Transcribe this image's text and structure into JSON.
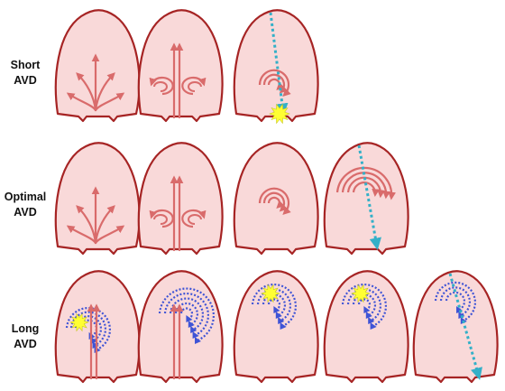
{
  "rows": [
    {
      "label_line1": "Short",
      "label_line2": "AVD"
    },
    {
      "label_line1": "Optimal",
      "label_line2": "AVD"
    },
    {
      "label_line1": "Long",
      "label_line2": "AVD"
    }
  ],
  "colors": {
    "ventricle_fill": "#f9d9d9",
    "ventricle_outline": "#a62424",
    "red_flow": "#d96b6b",
    "blue_flow": "#3f54d6",
    "cyan_flow": "#33b0c8",
    "burst": "#ffff33",
    "text": "#111111"
  },
  "panels": [
    {
      "row": 0,
      "col": 0,
      "content": [
        "inflow-fan-arrows"
      ]
    },
    {
      "row": 0,
      "col": 1,
      "content": [
        "inflow-jet-arrows",
        "red-vortex-rings"
      ]
    },
    {
      "row": 0,
      "col": 2,
      "content": [
        "red-vortex-ring",
        "cyan-flow-line",
        "yellow-burst"
      ]
    },
    {
      "row": 1,
      "col": 0,
      "content": [
        "inflow-fan-arrows"
      ]
    },
    {
      "row": 1,
      "col": 1,
      "content": [
        "inflow-jet-arrows",
        "red-vortex-rings"
      ]
    },
    {
      "row": 1,
      "col": 2,
      "content": [
        "red-vortex-arcs"
      ]
    },
    {
      "row": 1,
      "col": 3,
      "content": [
        "red-vortex-arcs",
        "cyan-flow-line"
      ]
    },
    {
      "row": 2,
      "col": 0,
      "content": [
        "inflow-jet-arrows",
        "blue-dotted-arcs",
        "yellow-burst"
      ]
    },
    {
      "row": 2,
      "col": 1,
      "content": [
        "inflow-jet-arrows",
        "blue-dotted-arcs"
      ]
    },
    {
      "row": 2,
      "col": 2,
      "content": [
        "blue-dotted-arcs",
        "yellow-burst"
      ]
    },
    {
      "row": 2,
      "col": 3,
      "content": [
        "blue-dotted-arcs",
        "yellow-burst"
      ]
    },
    {
      "row": 2,
      "col": 4,
      "content": [
        "blue-dotted-arcs",
        "cyan-flow-line"
      ]
    }
  ]
}
